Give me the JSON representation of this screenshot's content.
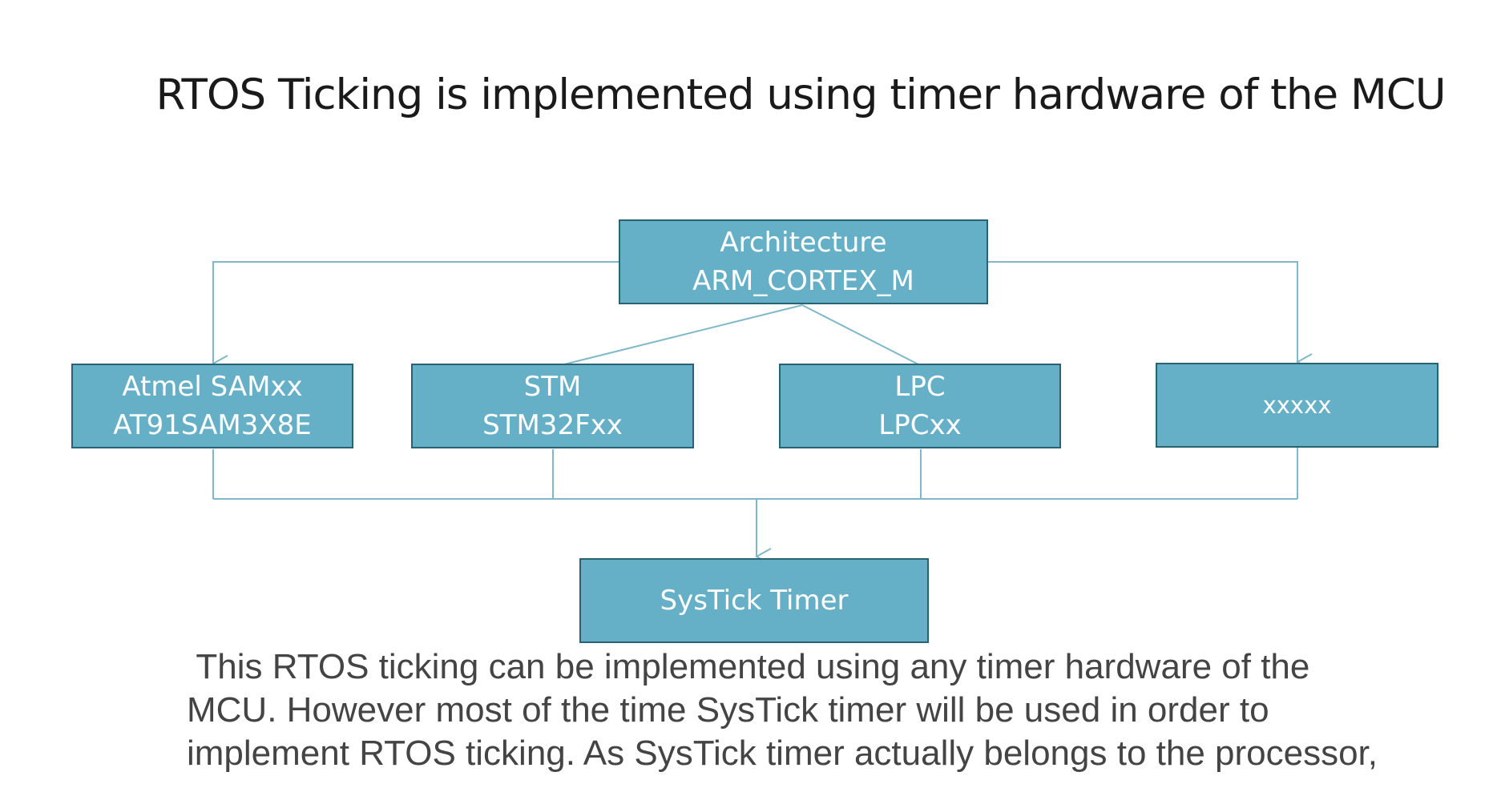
{
  "title": "RTOS Ticking is implemented using timer hardware of the MCU",
  "nodes": {
    "architecture": {
      "line1": "Architecture",
      "line2": "ARM_CORTEX_M"
    },
    "atmel": {
      "line1": "Atmel SAMxx",
      "line2": "AT91SAM3X8E"
    },
    "stm": {
      "line1": "STM",
      "line2": "STM32Fxx"
    },
    "lpc": {
      "line1": "LPC",
      "line2": "LPCxx"
    },
    "other": {
      "line1": "xxxxx"
    },
    "systick": {
      "line1": "SysTick Timer"
    }
  },
  "caption": {
    "lines": [
      " This RTOS ticking can be implemented using any timer hardware of the",
      "MCU. However most of the time SysTick timer will be used in order to",
      "implement RTOS ticking. As SysTick timer actually belongs to the processor,"
    ]
  },
  "colors": {
    "box_fill": "#66b0c7",
    "box_border": "#2a6274",
    "connector": "#7fb8c9",
    "caption_text": "#444444"
  }
}
